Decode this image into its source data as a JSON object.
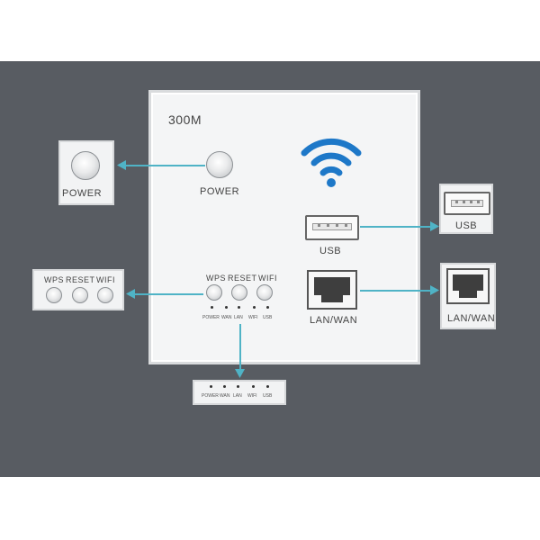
{
  "panel": {
    "model": "300M",
    "power_label": "POWER",
    "wps_label": "WPS",
    "reset_label": "RESET",
    "wifi_label": "WIFI",
    "usb_label": "USB",
    "lanwan_label": "LAN/WAN",
    "led_labels": [
      "POWER",
      "WAN",
      "LAN",
      "WIFI",
      "USB"
    ]
  },
  "callouts": {
    "power_label": "POWER",
    "usb_label": "USB",
    "lanwan_label": "LAN/WAN",
    "wps_label": "WPS",
    "reset_label": "RESET",
    "wifi_label": "WIFI",
    "led_labels": [
      "POWER",
      "WAN",
      "LAN",
      "WIFI",
      "USB"
    ]
  },
  "colors": {
    "background": "#585c62",
    "panel": "#f4f5f6",
    "wifi_icon": "#1e78c8",
    "leader_line": "#4fb3c6"
  },
  "icons": [
    "wifi-icon",
    "usb-port-icon",
    "ethernet-port-icon"
  ]
}
